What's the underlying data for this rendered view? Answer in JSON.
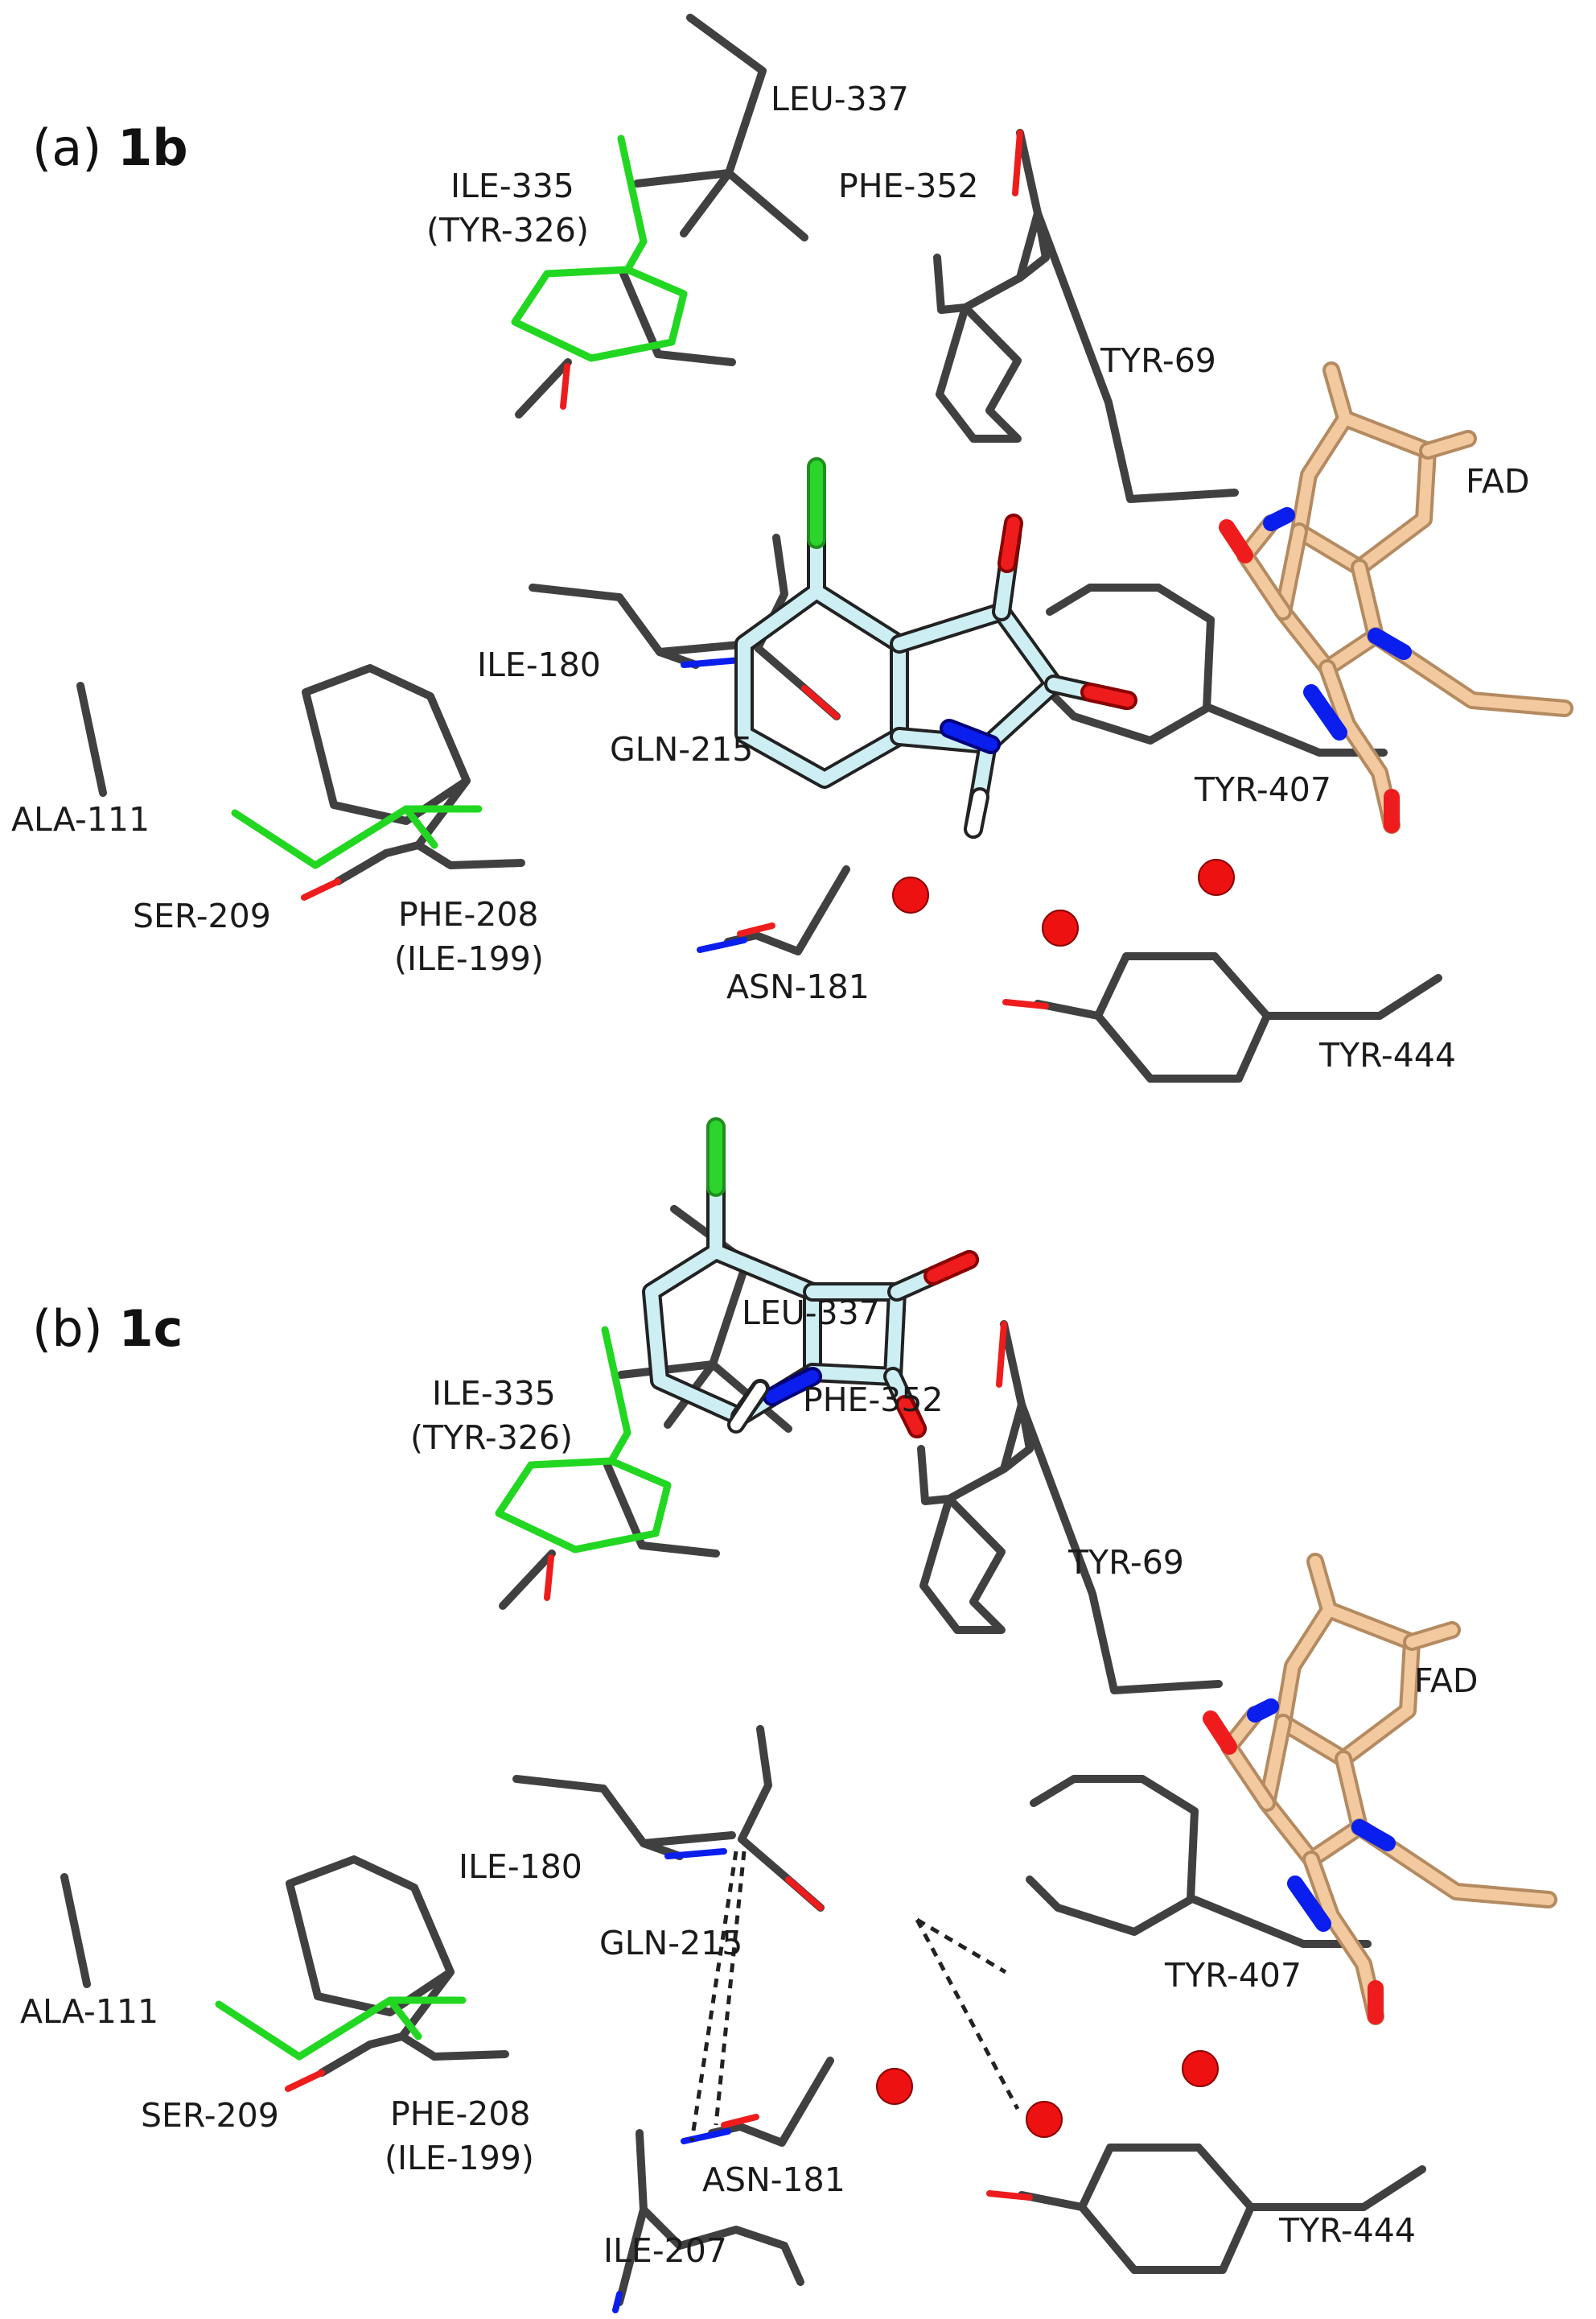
{
  "panels": [
    {
      "title_prefix": "(a)",
      "title_compound": "1b",
      "labels": {
        "leu337": "LEU-337",
        "ile335": "ILE-335",
        "tyr326": "(TYR-326)",
        "phe352": "PHE-352",
        "tyr69": "TYR-69",
        "fad": "FAD",
        "ile180": "ILE-180",
        "gln215": "GLN-215",
        "ala111": "ALA-111",
        "ser209": "SER-209",
        "phe208": "PHE-208",
        "ile199": "(ILE-199)",
        "asn181": "ASN-181",
        "tyr407": "TYR-407",
        "tyr444": "TYR-444"
      }
    },
    {
      "title_prefix": "(b)",
      "title_compound": "1c",
      "labels": {
        "leu337": "LEU-337",
        "ile335": "ILE-335",
        "tyr326": "(TYR-326)",
        "phe352": "PHE-352",
        "tyr69": "TYR-69",
        "fad": "FAD",
        "ile180": "ILE-180",
        "gln215": "GLN-215",
        "ala111": "ALA-111",
        "ser209": "SER-209",
        "phe208": "PHE-208",
        "ile199": "(ILE-199)",
        "asn181": "ASN-181",
        "tyr407": "TYR-407",
        "tyr444": "TYR-444",
        "ile207": "ILE-207"
      }
    }
  ],
  "colors": {
    "residue": "#404040",
    "ligand_carbon": "#cdeef2",
    "ligand_outline": "#222222",
    "fad_carbon": "#f3c9a0",
    "fad_outline": "#b48a60",
    "mutant": "#22d722",
    "oxygen": "#ee1c1c",
    "nitrogen": "#0a1eee",
    "chlorine": "#2dd42d",
    "hydrogen": "#ffffff",
    "water": "#ee1111"
  }
}
